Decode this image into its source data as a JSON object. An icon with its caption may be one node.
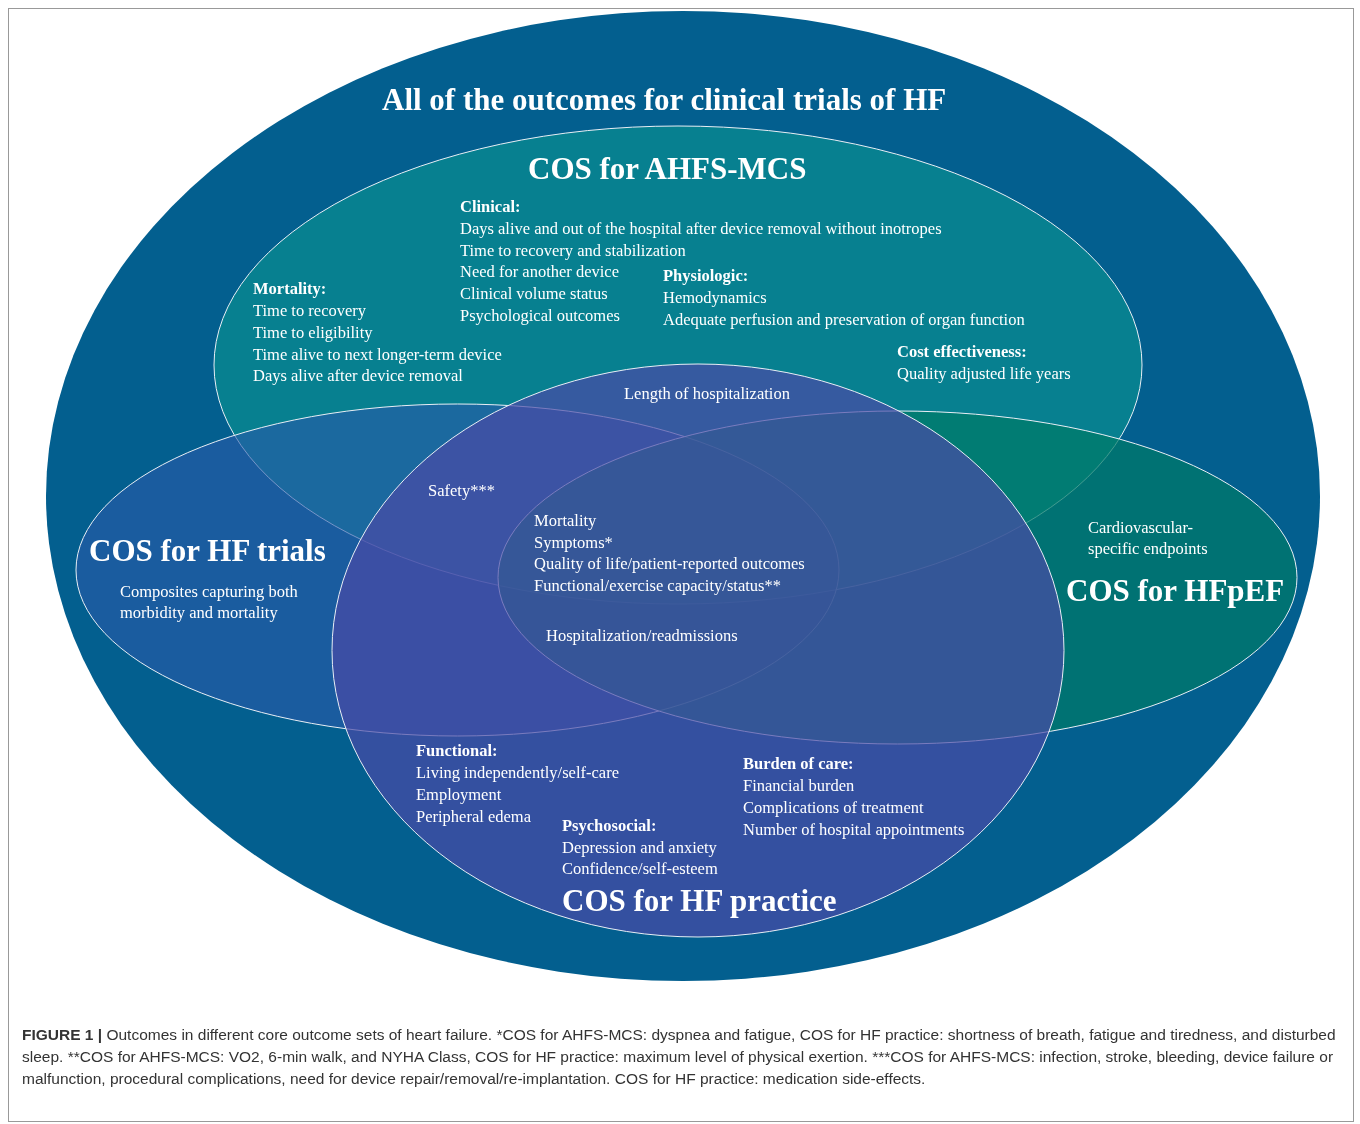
{
  "diagram": {
    "caption": "FIGURE 1 | Outcomes in different core outcome sets of heart failure. *COS for AHFS-MCS: dyspnea and fatigue, COS for HF practice: shortness of breath, fatigue and tiredness, and disturbed sleep. **COS for AHFS-MCS: VO2, 6-min walk, and NYHA Class, COS for HF practice: maximum level of physical exertion. ***COS for AHFS-MCS: infection, stroke, bleeding, device failure or malfunction, procedural complications, need for device repair/removal/re-implantation. COS for HF practice: medication side-effects.",
    "nodes": [
      {
        "text": [
          "All of the outcomes for clinical trials of HF"
        ]
      },
      {
        "text": [
          "COS for AHFS-MCS",
          "Clinical:",
          "Days alive and out of the hospital after device removal without inotropes",
          "Time to recovery and stabilization",
          "Need for another device",
          "Clinical volume status",
          "Psychological outcomes",
          "Physiologic:",
          "Hemodynamics",
          "Adequate perfusion and preservation of organ function",
          "Mortality:",
          "Time to recovery",
          "Time to eligibility",
          "Time alive to next longer-term device",
          "Days alive after device removal",
          "Cost effectiveness:",
          "Quality adjusted life years"
        ],
        "in": 0
      },
      {
        "text": [
          "COS for HF trials",
          "Composites capturing both morbidity and mortality"
        ],
        "in": 0
      },
      {
        "text": [
          "Cardiovascular-specific endpoints",
          "COS for HFpEF"
        ],
        "in": 0
      },
      {
        "text": [
          "Functional:",
          "Living independently/self-care",
          "Employment",
          "Peripheral edema",
          "Psychosocial:",
          "Depression and anxiety",
          "Confidence/self-esteem",
          "Burden of care:",
          "Financial burden",
          "Complications of treatment",
          "Number of hospital appointments",
          "COS for HF practice"
        ],
        "in": 0
      }
    ],
    "edges": [],
    "labels": [
      "Length of hospitalization",
      "Safety***",
      "Mortality",
      "Symptoms*",
      "Quality of life/patient-reported outcomes",
      "Functional/exercise capacity/status**",
      "Hospitalization/readmissions"
    ]
  }
}
